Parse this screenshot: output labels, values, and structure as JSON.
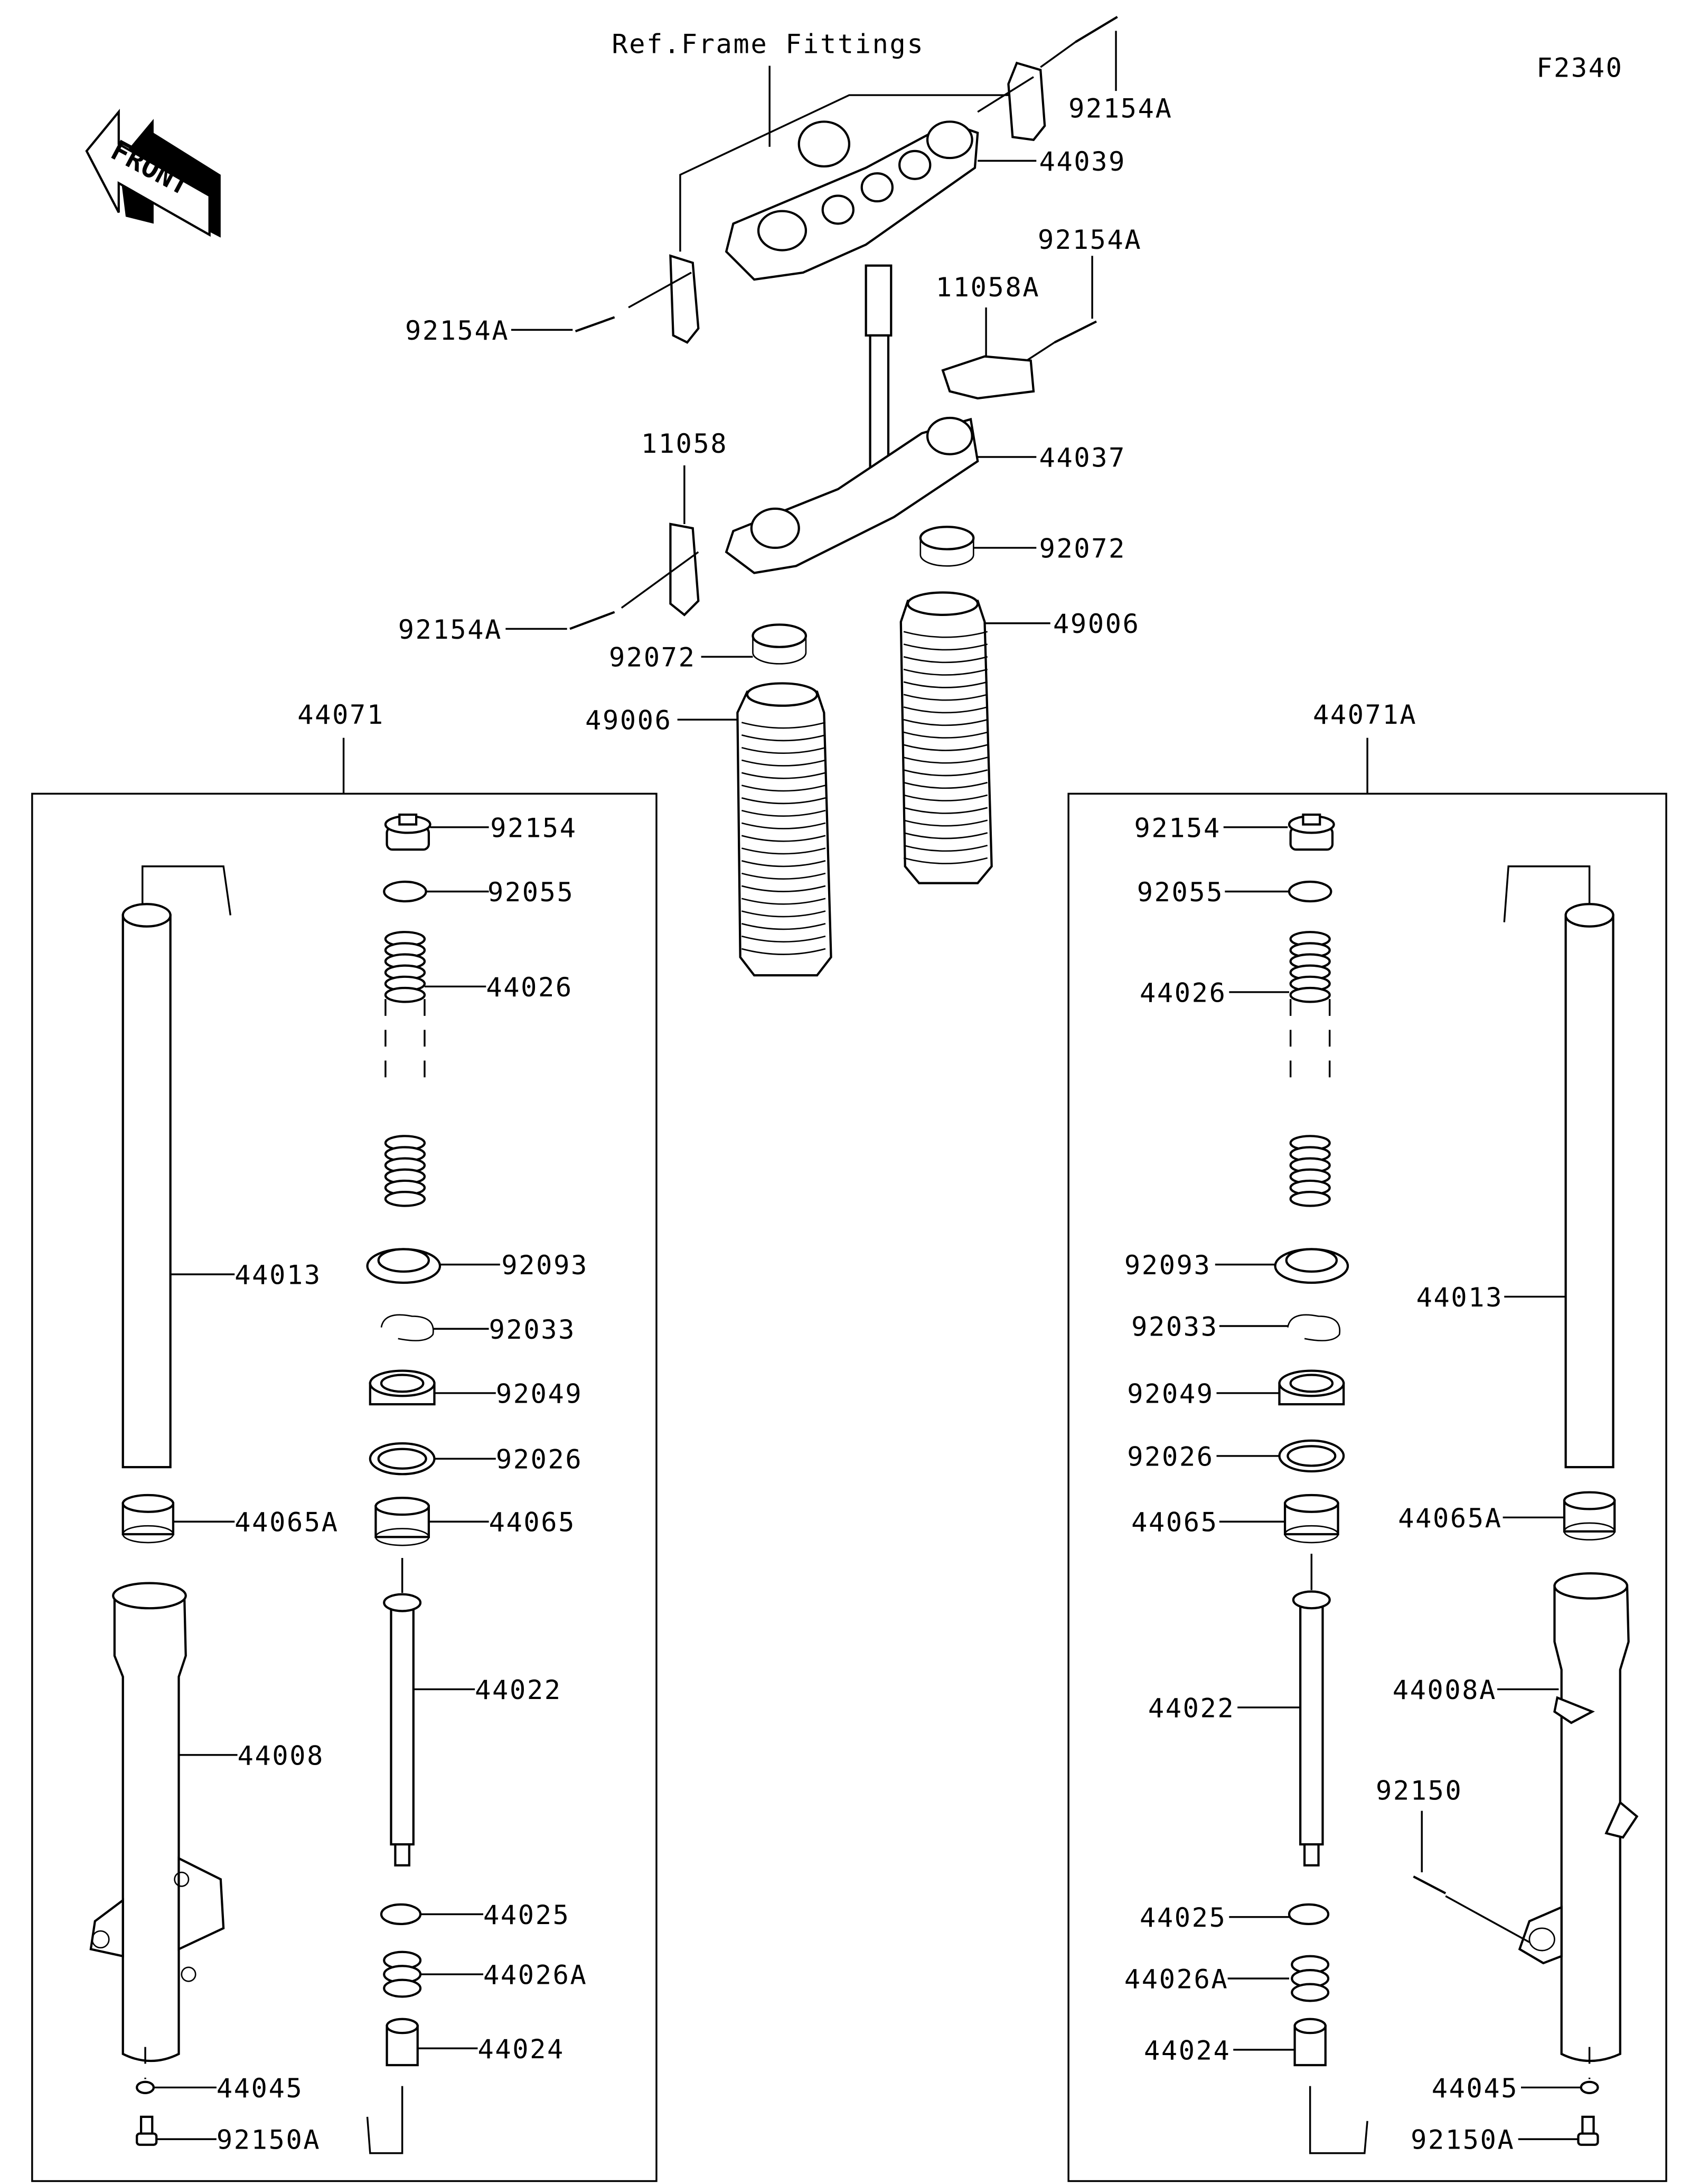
{
  "diagram": {
    "code": "F2340",
    "orientation_label": "FRONT",
    "reference_note": "Ref.Frame Fittings",
    "assemblies": [
      {
        "id": "left",
        "part_number": "44071"
      },
      {
        "id": "right",
        "part_number": "44071A"
      }
    ],
    "top_parts": {
      "bolt_upper_right": "92154A",
      "upper_bracket": "44039",
      "bolt_upper_left": "92154A",
      "bolt_mid_right": "92154A",
      "holder_right": "11058A",
      "lower_bracket": "44037",
      "holder_left": "11058",
      "bolt_lower_left": "92154A",
      "clamp_right": "92072",
      "clamp_left": "92072",
      "boot_right": "49006",
      "boot_left": "49006"
    },
    "left_fork": {
      "cap_bolt": "92154",
      "o_ring": "92055",
      "spring": "44026",
      "inner_tube": "44013",
      "dust_seal": "92093",
      "circlip": "92033",
      "oil_seal": "92049",
      "washer": "92026",
      "slide_bush": "44065A",
      "guide_bush": "44065",
      "damper_pipe": "44022",
      "outer_tube": "44008",
      "piston_ring": "44025",
      "rebound_spring": "44026A",
      "oil_lock_piece": "44024",
      "gasket": "44045",
      "bottom_bolt": "92150A"
    },
    "right_fork": {
      "cap_bolt": "92154",
      "o_ring": "92055",
      "spring": "44026",
      "dust_seal": "92093",
      "circlip": "92033",
      "oil_seal": "92049",
      "washer": "92026",
      "guide_bush": "44065",
      "inner_tube": "44013",
      "slide_bush": "44065A",
      "damper_pipe": "44022",
      "outer_tube": "44008A",
      "caliper_bolt": "92150",
      "piston_ring": "44025",
      "rebound_spring": "44026A",
      "oil_lock_piece": "44024",
      "gasket": "44045",
      "bottom_bolt": "92150A"
    }
  }
}
